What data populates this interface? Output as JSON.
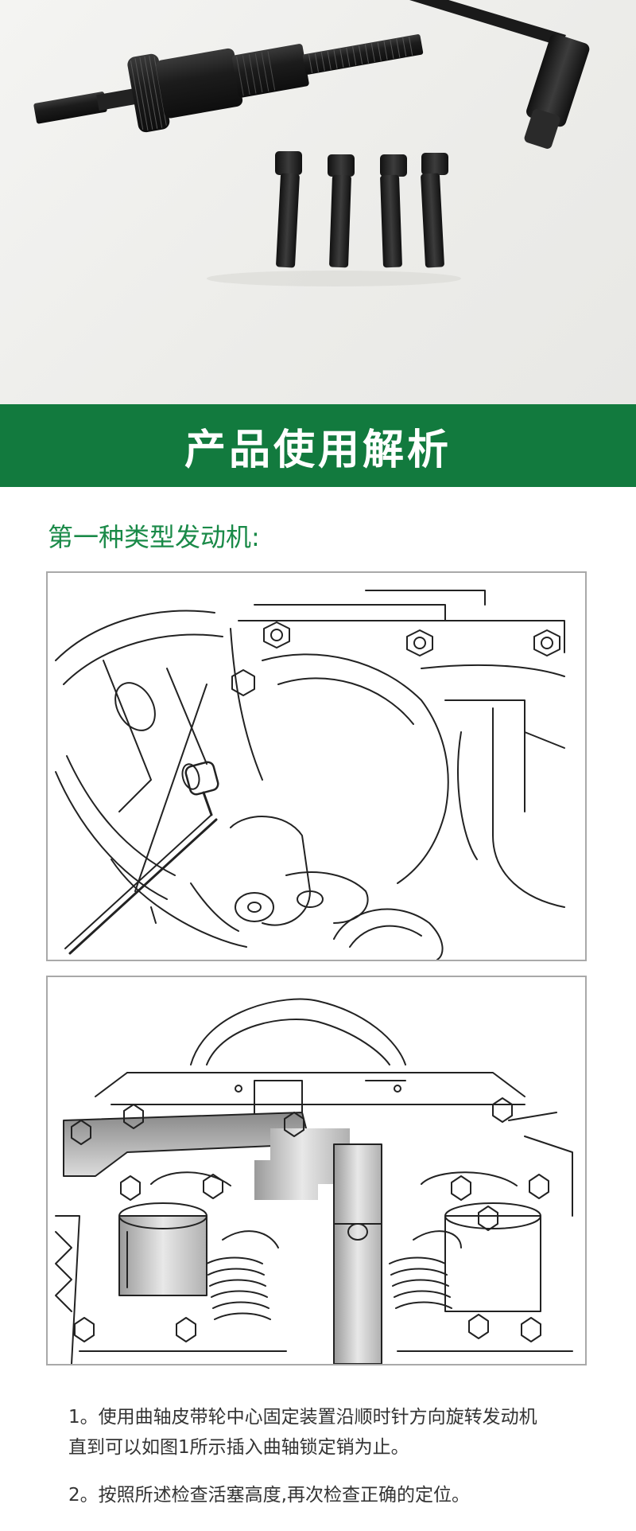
{
  "banner": {
    "title": "产品使用解析"
  },
  "section": {
    "title": "第一种类型发动机:"
  },
  "figures": [
    {
      "icon": "engine-crankshaft-pin-illustration"
    },
    {
      "icon": "engine-camshaft-lock-illustration"
    }
  ],
  "steps": [
    {
      "line1": "1。使用曲轴皮带轮中心固定装置沿顺时针方向旋转发动机",
      "line2": "直到可以如图1所示插入曲轴锁定销为止。"
    },
    {
      "line1": "2。按照所述检查活塞高度,再次检查正确的定位。"
    }
  ],
  "colors": {
    "accent": "#127a3e",
    "section_title": "#1a8a48",
    "text": "#333333"
  }
}
